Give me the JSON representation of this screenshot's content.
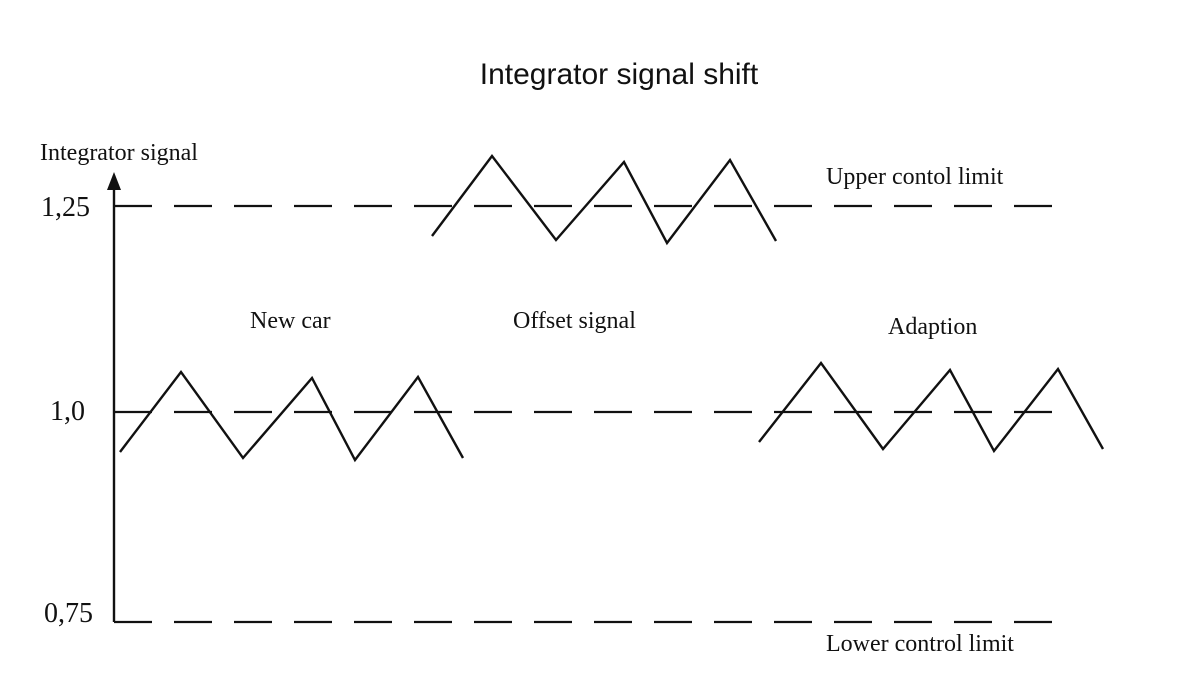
{
  "title": "Integrator signal shift",
  "y_axis_label": "Integrator signal",
  "ticks": [
    "1,25",
    "1,0",
    "0,75"
  ],
  "limits": {
    "upper": "Upper contol limit",
    "lower": "Lower control limit"
  },
  "regions": {
    "new_car": "New car",
    "offset": "Offset signal",
    "adaption": "Adaption"
  }
}
